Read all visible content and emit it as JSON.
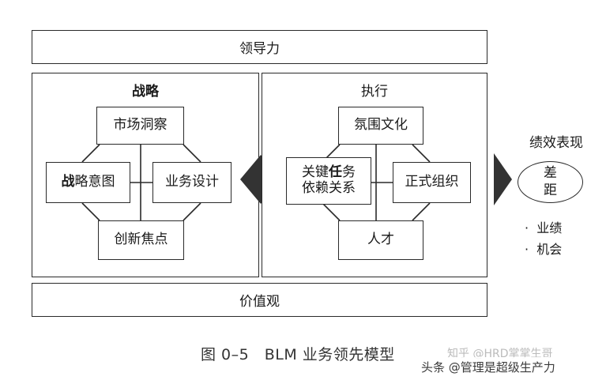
{
  "leadership": "领导力",
  "values": "价值观",
  "strategy": {
    "title": "战略",
    "market_insight": "市场洞察",
    "intent_bold": "战",
    "intent_rest": "略意图",
    "business_design": "业务设计",
    "innovation_focus": "创新焦点"
  },
  "execution": {
    "title": "执行",
    "climate_culture": "氛围文化",
    "critical_tasks_1a": "关键",
    "critical_tasks_1b": "任",
    "critical_tasks_1c": "务",
    "critical_tasks_2": "依赖关系",
    "formal_org": "正式组织",
    "talent": "人才"
  },
  "performance": {
    "title": "绩效表现",
    "gap_line1": "差",
    "gap_line2": "距",
    "bullets": [
      "业绩",
      "机会"
    ]
  },
  "caption": "图 0–5　BLM 业务领先模型",
  "watermark": "知乎 @HRD掌掌生哥",
  "watermark2": "头条 @管理是超级生产力"
}
